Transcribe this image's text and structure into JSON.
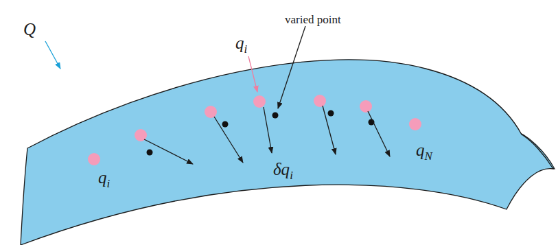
{
  "diagram": {
    "labels": [
      "Q",
      "q",
      "i",
      "varied point",
      "q",
      "i",
      "δq",
      "i",
      "q",
      "N"
    ]
  }
}
